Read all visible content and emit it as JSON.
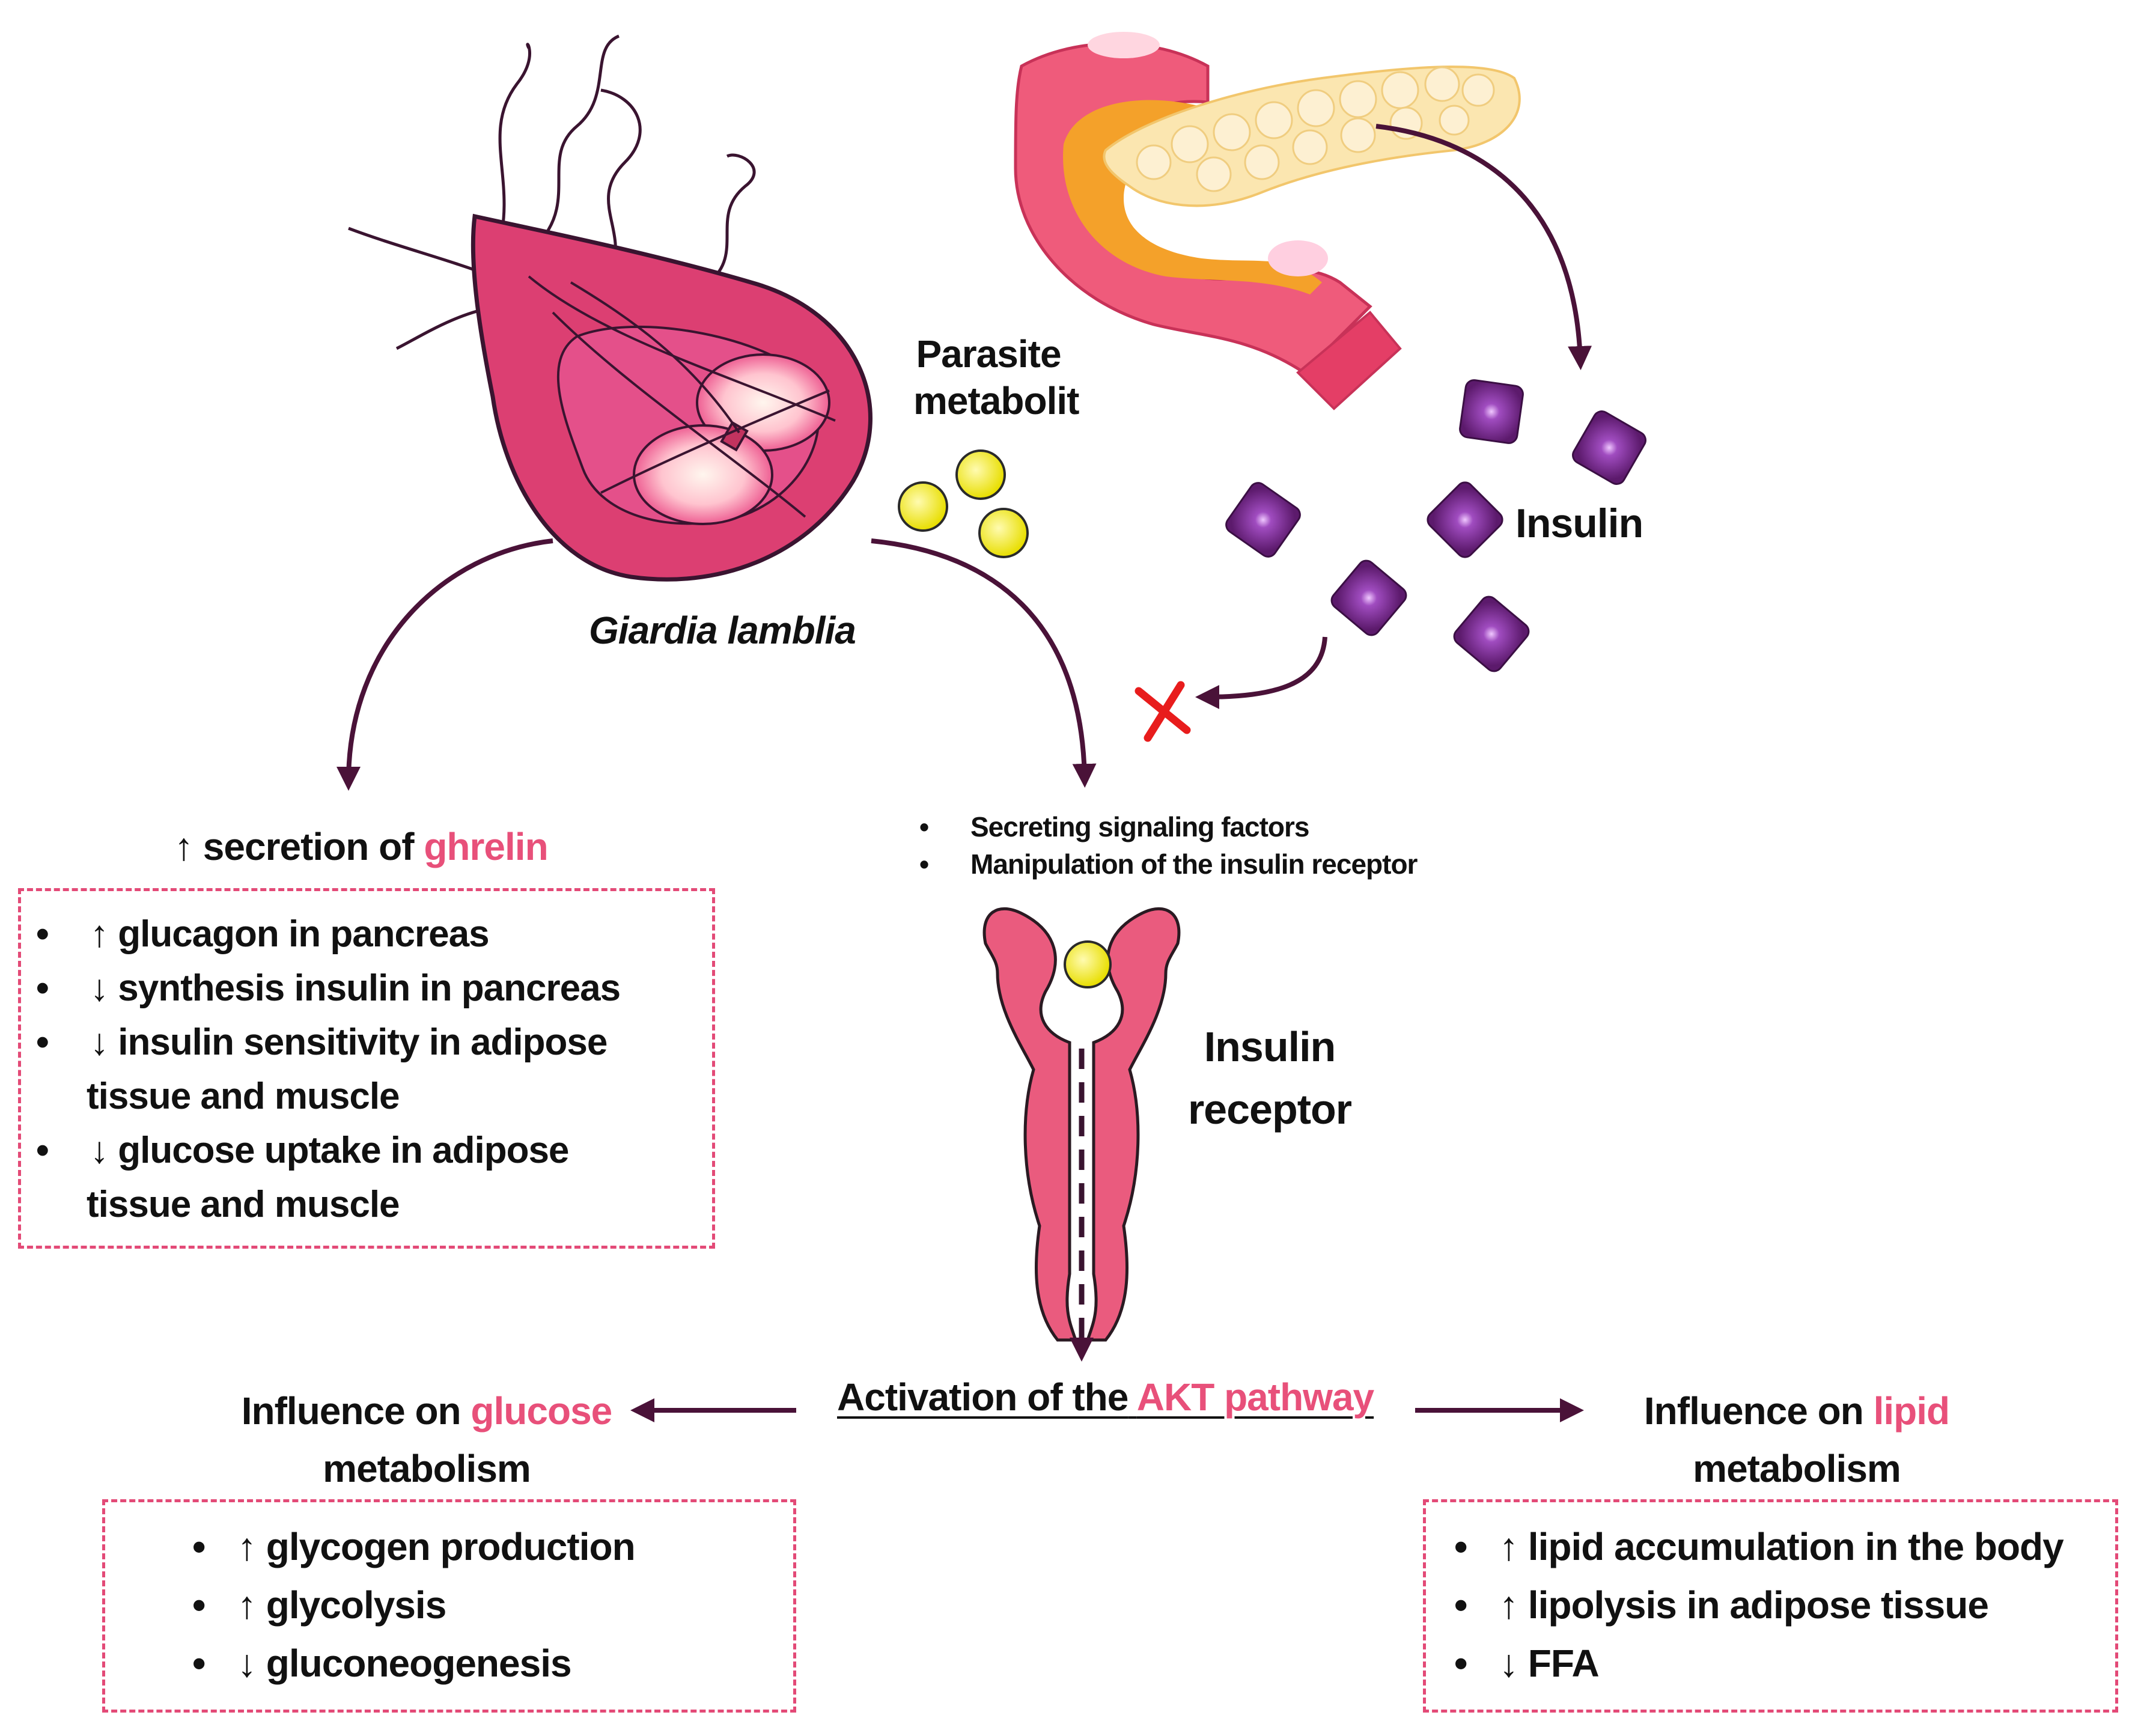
{
  "labels": {
    "parasite_metabolite_line1": "Parasite",
    "parasite_metabolite_line2": "metabolit",
    "insulin": "Insulin",
    "giardia": "Giardia lamblia",
    "insulin_receptor_line1": "Insulin",
    "insulin_receptor_line2": "receptor"
  },
  "ghrelin_heading": {
    "arrow": "↑",
    "prefix": "secretion of",
    "highlight": "ghrelin"
  },
  "ghrelin_effects": [
    {
      "arrow": "↑",
      "text": "glucagon in pancreas"
    },
    {
      "arrow": "↓",
      "text": "synthesis insulin in pancreas"
    },
    {
      "arrow": "↓",
      "text": "insulin sensitivity in adipose",
      "text2": "tissue and muscle"
    },
    {
      "arrow": "↓",
      "text": "glucose uptake in adipose",
      "text2": "tissue and muscle"
    }
  ],
  "signaling_bullets": [
    "Secreting signaling factors",
    "Manipulation of the insulin receptor"
  ],
  "akt": {
    "prefix": "Activation of the",
    "highlight": "AKT pathway"
  },
  "glucose_heading": {
    "prefix": "Influence on",
    "highlight": "glucose",
    "line2": "metabolism"
  },
  "glucose_effects": [
    {
      "arrow": "↑",
      "text": "glycogen production"
    },
    {
      "arrow": "↑",
      "text": "glycolysis"
    },
    {
      "arrow": "↓",
      "text": "gluconeogenesis"
    }
  ],
  "lipid_heading": {
    "prefix": "Influence on",
    "highlight": "lipid",
    "line2": "metabolism"
  },
  "lipid_effects": [
    {
      "arrow": "↑",
      "text": "lipid accumulation in the body"
    },
    {
      "arrow": "↑",
      "text": "lipolysis in adipose tissue"
    },
    {
      "arrow": "↓",
      "text": "FFA"
    }
  ],
  "colors": {
    "arrow": "#4a1238",
    "accent_pink": "#e8507a",
    "box_border": "#e34a77",
    "insulin_purple": "#6a1d78",
    "metabolite_yellow": "#f4ec1a",
    "block_red": "#e81c1c"
  },
  "icons": [
    "giardia-cell-icon",
    "pancreas-icon",
    "insulin-molecule-icon",
    "metabolite-icon",
    "insulin-receptor-icon",
    "blocked-x-icon"
  ]
}
